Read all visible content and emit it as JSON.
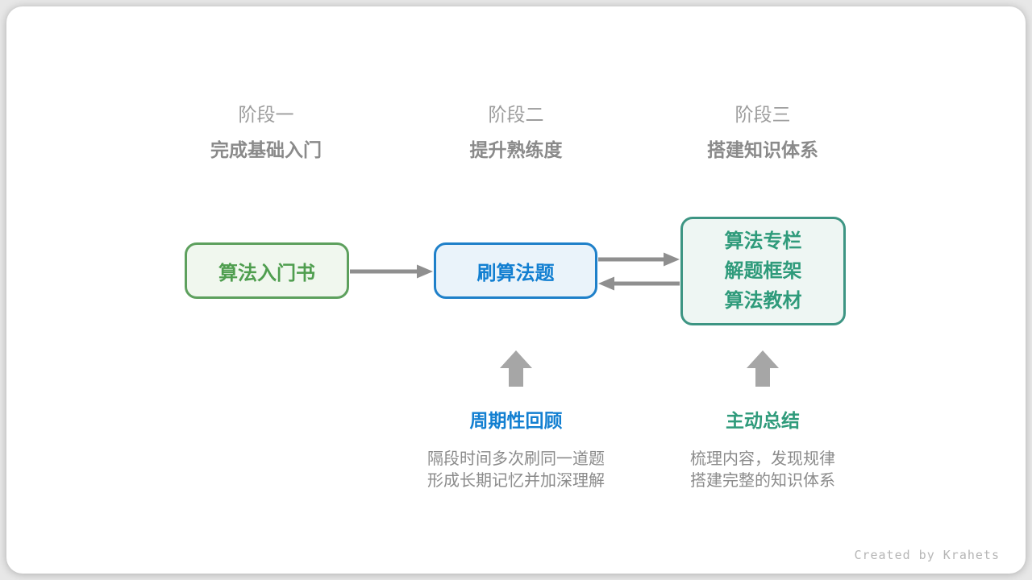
{
  "stages": [
    {
      "label": "阶段一",
      "subtitle": "完成基础入门"
    },
    {
      "label": "阶段二",
      "subtitle": "提升熟练度"
    },
    {
      "label": "阶段三",
      "subtitle": "搭建知识体系"
    }
  ],
  "nodes": {
    "intro_book": {
      "line1": "算法入门书"
    },
    "practice": {
      "line1": "刷算法题"
    },
    "resources": {
      "line1": "算法专栏",
      "line2": "解题框架",
      "line3": "算法教材"
    }
  },
  "annotations": {
    "review": {
      "title": "周期性回顾",
      "line1": "隔段时间多次刷同一道题",
      "line2": "形成长期记忆并加深理解"
    },
    "summarize": {
      "title": "主动总结",
      "line1": "梳理内容，发现规律",
      "line2": "搭建完整的知识体系"
    }
  },
  "footer": {
    "credit": "Created by Krahets"
  },
  "colors": {
    "green_border": "#5da05d",
    "green_fill": "#f0f7ee",
    "green_text": "#4f9e4f",
    "blue_border": "#1f80c9",
    "blue_fill": "#eaf3fa",
    "blue_text": "#127fd1",
    "teal_border": "#3d9583",
    "teal_fill": "#eef6f3",
    "teal_text": "#2f9b7b",
    "flow_arrow": "#8f8f8f",
    "block_arrow": "#a6a6a6",
    "stage_label_gray": "#9c9c9c",
    "subtitle_gray": "#8a8a8a",
    "desc_gray": "#8b8b8b",
    "credit_gray": "#b6b6b6"
  }
}
